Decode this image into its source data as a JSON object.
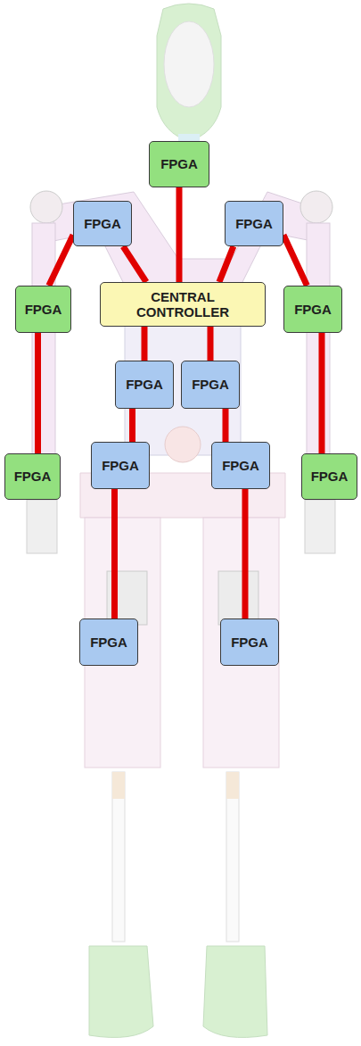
{
  "diagram": {
    "nodes": [
      {
        "text": [
          "FPGA"
        ]
      },
      {
        "text": [
          "FPGA"
        ]
      },
      {
        "text": [
          "FPGA"
        ]
      },
      {
        "text": [
          "FPGA"
        ]
      },
      {
        "text": [
          "CENTRAL CONTROLLER"
        ]
      },
      {
        "text": [
          "FPGA"
        ]
      },
      {
        "text": [
          "FPGA"
        ]
      },
      {
        "text": [
          "FPGA"
        ]
      },
      {
        "text": [
          "FPGA"
        ]
      },
      {
        "text": [
          "FPGA"
        ]
      },
      {
        "text": [
          "FPGA"
        ]
      },
      {
        "text": [
          "FPGA"
        ]
      },
      {
        "text": [
          "FPGA"
        ]
      },
      {
        "text": [
          "FPGA"
        ]
      }
    ],
    "edges": [
      {
        "from": 4,
        "to": 0,
        "arrow": "none"
      },
      {
        "from": 4,
        "to": 1,
        "arrow": "none"
      },
      {
        "from": 1,
        "to": 3,
        "arrow": "none"
      },
      {
        "from": 3,
        "to": 10,
        "arrow": "none"
      },
      {
        "from": 4,
        "to": 2,
        "arrow": "none"
      },
      {
        "from": 2,
        "to": 5,
        "arrow": "none"
      },
      {
        "from": 5,
        "to": 11,
        "arrow": "none"
      },
      {
        "from": 4,
        "to": 6,
        "arrow": "none"
      },
      {
        "from": 6,
        "to": 8,
        "arrow": "none"
      },
      {
        "from": 8,
        "to": 12,
        "arrow": "none"
      },
      {
        "from": 4,
        "to": 7,
        "arrow": "none"
      },
      {
        "from": 7,
        "to": 9,
        "arrow": "none"
      },
      {
        "from": 9,
        "to": 13,
        "arrow": "none"
      }
    ]
  }
}
